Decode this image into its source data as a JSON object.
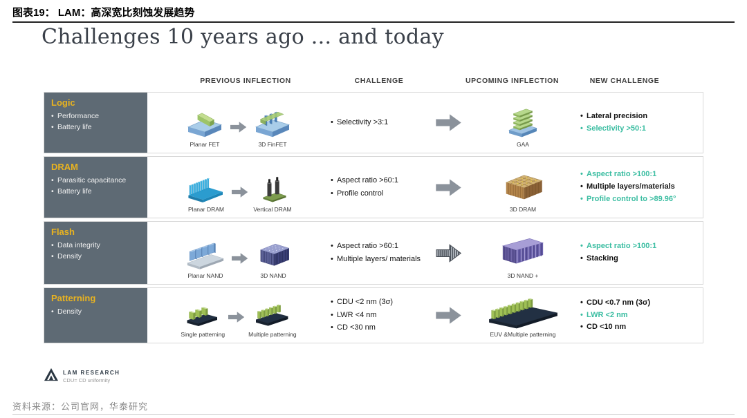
{
  "caption": "图表19：  LAM：高深宽比刻蚀发展趋势",
  "source": "资料来源：公司官网，华泰研究",
  "slide": {
    "title": "Challenges 10 years ago ... and today",
    "logo_text": "LAM RESEARCH",
    "logo_note": "CDU= CD uniformity"
  },
  "colors": {
    "category_yellow": "#e9b320",
    "teal_accent": "#3abda1",
    "row_label_bg": "#5e6a74"
  },
  "table": {
    "headers": [
      "PREVIOUS INFLECTION",
      "CHALLENGE",
      "UPCOMING INFLECTION",
      "NEW CHALLENGE"
    ],
    "rows": [
      {
        "category": "Logic",
        "side_bullets": [
          "Performance",
          "Battery life"
        ],
        "prev": [
          {
            "label": "Planar FET"
          },
          {
            "label": "3D FinFET"
          }
        ],
        "challenge": [
          {
            "text": "Selectivity >3:1"
          }
        ],
        "upcoming": {
          "label": "GAA"
        },
        "new": [
          {
            "text": "Lateral precision",
            "color": "black"
          },
          {
            "text": "Selectivity >50:1",
            "color": "teal"
          }
        ]
      },
      {
        "category": "DRAM",
        "side_bullets": [
          "Parasitic capacitance",
          "Battery life"
        ],
        "prev": [
          {
            "label": "Planar DRAM"
          },
          {
            "label": "Vertical DRAM"
          }
        ],
        "challenge": [
          {
            "text": "Aspect ratio >60:1"
          },
          {
            "text": "Profile control"
          }
        ],
        "upcoming": {
          "label": "3D DRAM"
        },
        "new": [
          {
            "text": "Aspect ratio >100:1",
            "color": "teal"
          },
          {
            "text": "Multiple layers/materials",
            "color": "black"
          },
          {
            "text": "Profile control to >89.96°",
            "color": "teal"
          }
        ]
      },
      {
        "category": "Flash",
        "side_bullets": [
          "Data integrity",
          "Density"
        ],
        "prev": [
          {
            "label": "Planar NAND"
          },
          {
            "label": "3D NAND"
          }
        ],
        "challenge": [
          {
            "text": "Aspect ratio >60:1"
          },
          {
            "text": "Multiple layers/ materials"
          }
        ],
        "upcoming": {
          "label": "3D NAND +"
        },
        "new": [
          {
            "text": "Aspect ratio >100:1",
            "color": "teal"
          },
          {
            "text": "Stacking",
            "color": "black"
          }
        ]
      },
      {
        "category": "Patterning",
        "side_bullets": [
          "Density"
        ],
        "prev": [
          {
            "label": "Single patterning"
          },
          {
            "label": "Multiple patterning"
          }
        ],
        "challenge": [
          {
            "text": "CDU <2 nm (3σ)"
          },
          {
            "text": "LWR <4 nm"
          },
          {
            "text": "CD <30 nm"
          }
        ],
        "upcoming": {
          "label": "EUV &Multiple patterning"
        },
        "new": [
          {
            "text": "CDU <0.7 nm (3σ)",
            "color": "black"
          },
          {
            "text": "LWR <2 nm",
            "color": "teal"
          },
          {
            "text": "CD <10 nm",
            "color": "black"
          }
        ]
      }
    ]
  }
}
